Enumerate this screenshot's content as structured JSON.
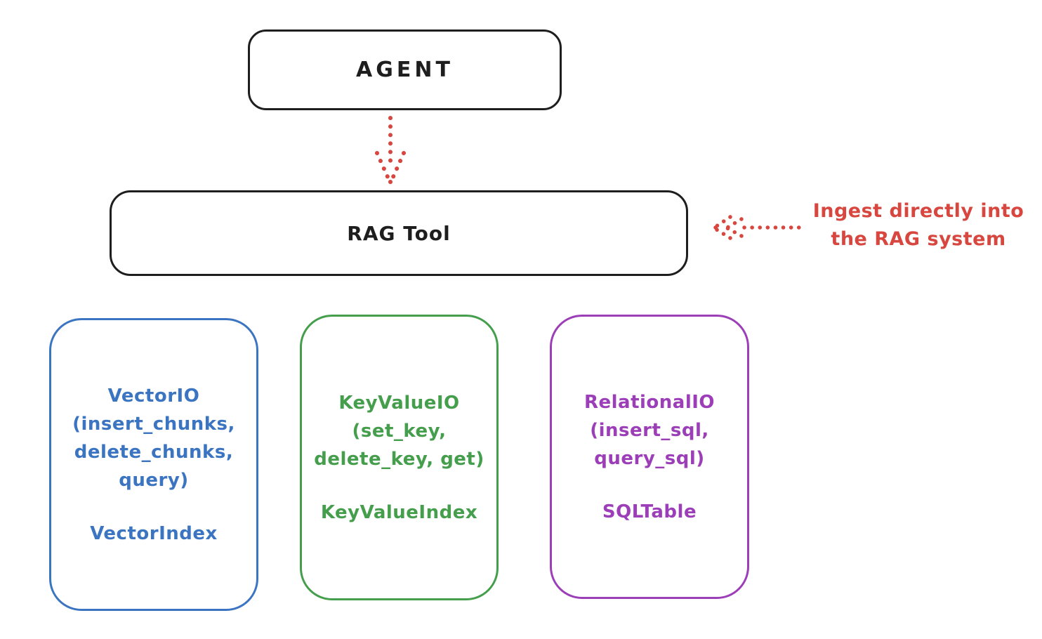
{
  "nodes": {
    "agent": {
      "label": "AGENT"
    },
    "rag_tool": {
      "label": "RAG Tool"
    }
  },
  "annotation": {
    "lines": [
      "Ingest directly into",
      "the RAG system"
    ]
  },
  "arrows": [
    {
      "name": "agent-to-rag-tool",
      "style": "dotted",
      "direction": "down",
      "color": "#d8473f"
    },
    {
      "name": "ingest-into-rag",
      "style": "dotted",
      "direction": "left",
      "color": "#d8473f"
    }
  ],
  "backends": [
    {
      "name": "vector-io",
      "lines": [
        "VectorIO",
        "(insert_chunks,",
        "delete_chunks,",
        "query)"
      ],
      "index_label": "VectorIndex",
      "color": "#3b75c2"
    },
    {
      "name": "key-value-io",
      "lines": [
        "KeyValueIO",
        "(set_key,",
        "delete_key, get)"
      ],
      "index_label": "KeyValueIndex",
      "color": "#449e4c"
    },
    {
      "name": "relational-io",
      "lines": [
        "RelationalIO",
        "(insert_sql,",
        "query_sql)"
      ],
      "index_label": "SQLTable",
      "color": "#9c3eb8"
    }
  ],
  "colors": {
    "node_border": "#1e1e1e",
    "accent_red": "#d8473f",
    "vector_blue": "#3b75c2",
    "keyvalue_green": "#449e4c",
    "relational_purple": "#9c3eb8",
    "background": "#ffffff"
  }
}
